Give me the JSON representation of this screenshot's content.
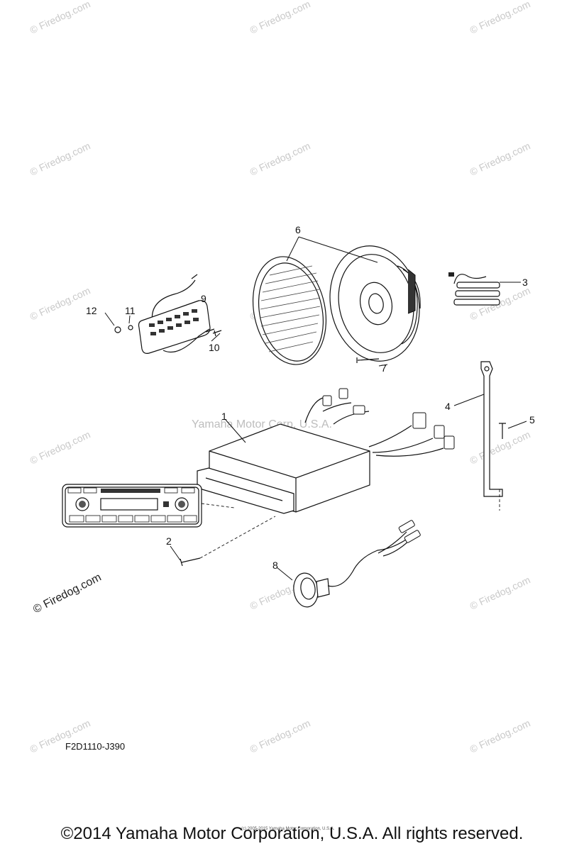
{
  "watermark": {
    "small": "© Firedog.com",
    "center": "Yamaha Motor Corp, U.S.A."
  },
  "callouts": [
    "1",
    "2",
    "3",
    "4",
    "5",
    "6",
    "7",
    "8",
    "9",
    "10",
    "11",
    "12"
  ],
  "diagram_code": "F2D1110-J390",
  "fine_print": "(c) 2005-2015 Yamaha Motor Corporation, U.S.A.",
  "footer": "©2014 Yamaha Motor Corporation, U.S.A. All rights reserved."
}
